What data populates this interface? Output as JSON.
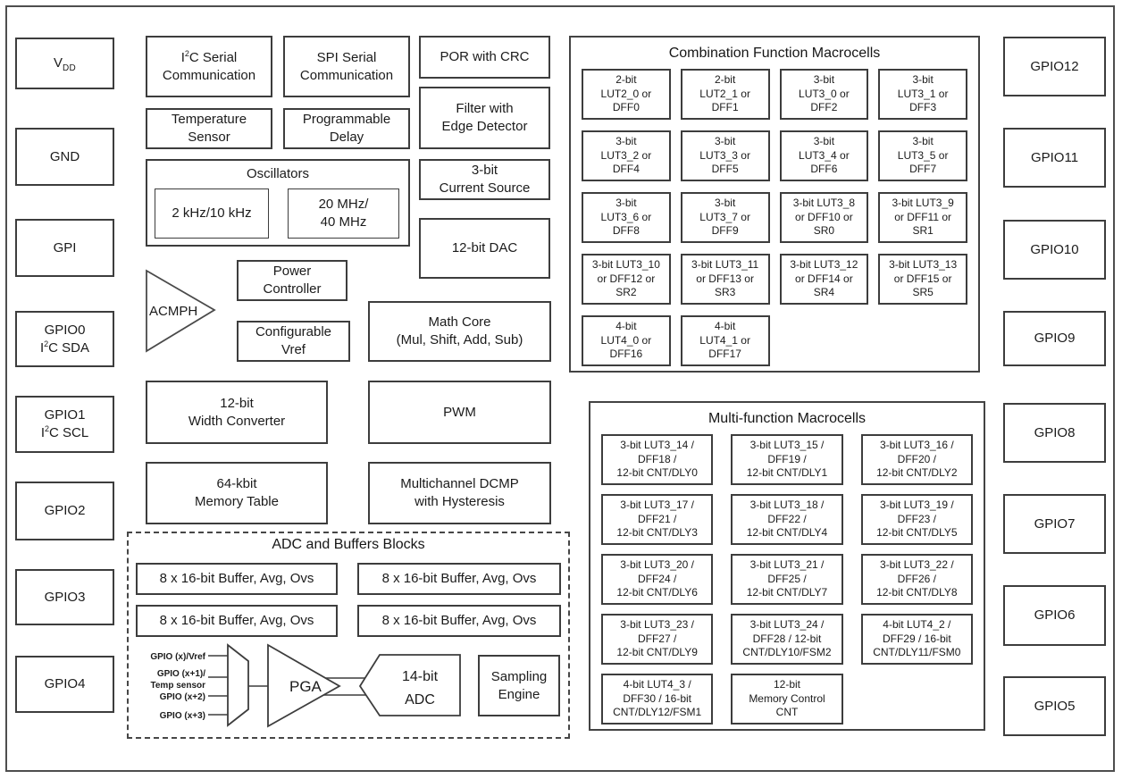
{
  "pins": {
    "left": [
      {
        "main": "V",
        "sub": "DD"
      },
      {
        "label": "GND"
      },
      {
        "label": "GPI"
      },
      {
        "line1": "GPIO0",
        "pre": "I",
        "sup": "2",
        "post": "C SDA"
      },
      {
        "line1": "GPIO1",
        "pre": "I",
        "sup": "2",
        "post": "C SCL"
      },
      {
        "label": "GPIO2"
      },
      {
        "label": "GPIO3"
      },
      {
        "label": "GPIO4"
      }
    ],
    "right": [
      "GPIO12",
      "GPIO11",
      "GPIO10",
      "GPIO9",
      "GPIO8",
      "GPIO7",
      "GPIO6",
      "GPIO5"
    ]
  },
  "blocks": {
    "i2c": {
      "pre": "I",
      "sup": "2",
      "post": "C Serial",
      "line2": "Communication"
    },
    "spi": {
      "line1": "SPI Serial",
      "line2": "Communication"
    },
    "por": {
      "label": "POR with CRC"
    },
    "temp": {
      "line1": "Temperature",
      "line2": "Sensor"
    },
    "delay": {
      "line1": "Programmable",
      "line2": "Delay"
    },
    "filter": {
      "line1": "Filter with",
      "line2": "Edge Detector"
    },
    "osc": {
      "title": "Oscillators",
      "low": "2 kHz/10 kHz",
      "high1": "20 MHz/",
      "high2": "40 MHz"
    },
    "current": {
      "line1": "3-bit",
      "line2": "Current Source"
    },
    "dac": {
      "label": "12-bit DAC"
    },
    "acmph": {
      "label": "ACMPH"
    },
    "power": {
      "line1": "Power",
      "line2": "Controller"
    },
    "vref": {
      "line1": "Configurable",
      "line2": "Vref"
    },
    "math": {
      "line1": "Math Core",
      "line2": "(Mul, Shift, Add, Sub)"
    },
    "width": {
      "line1": "12-bit",
      "line2": "Width Converter"
    },
    "pwm": {
      "label": "PWM"
    },
    "mem": {
      "line1": "64-kbit",
      "line2": "Memory Table"
    },
    "dcmp": {
      "line1": "Multichannel DCMP",
      "line2": "with Hysteresis"
    }
  },
  "adc": {
    "title": "ADC and Buffers Blocks",
    "buffers": [
      "8 x 16-bit Buffer, Avg, Ovs",
      "8 x 16-bit Buffer, Avg, Ovs",
      "8 x 16-bit Buffer, Avg, Ovs",
      "8 x 16-bit Buffer, Avg, Ovs"
    ],
    "inputs": [
      "GPIO (x)/Vref",
      "GPIO (x+1)/",
      "Temp sensor",
      "GPIO (x+2)",
      "GPIO (x+3)"
    ],
    "pga": "PGA",
    "adc_line1": "14-bit",
    "adc_line2": "ADC",
    "sampling1": "Sampling",
    "sampling2": "Engine"
  },
  "combo": {
    "title": "Combination Function Macrocells",
    "cells": [
      [
        "2-bit",
        "LUT2_0 or",
        "DFF0"
      ],
      [
        "2-bit",
        "LUT2_1 or",
        "DFF1"
      ],
      [
        "3-bit",
        "LUT3_0 or",
        "DFF2"
      ],
      [
        "3-bit",
        "LUT3_1 or",
        "DFF3"
      ],
      [
        "3-bit",
        "LUT3_2 or",
        "DFF4"
      ],
      [
        "3-bit",
        "LUT3_3 or",
        "DFF5"
      ],
      [
        "3-bit",
        "LUT3_4 or",
        "DFF6"
      ],
      [
        "3-bit",
        "LUT3_5 or",
        "DFF7"
      ],
      [
        "3-bit",
        "LUT3_6 or",
        "DFF8"
      ],
      [
        "3-bit",
        "LUT3_7 or",
        "DFF9"
      ],
      [
        "3-bit LUT3_8",
        "or DFF10 or",
        "SR0"
      ],
      [
        "3-bit LUT3_9",
        "or DFF11 or",
        "SR1"
      ],
      [
        "3-bit LUT3_10",
        "or DFF12 or",
        "SR2"
      ],
      [
        "3-bit LUT3_11",
        "or DFF13 or",
        "SR3"
      ],
      [
        "3-bit LUT3_12",
        "or DFF14 or",
        "SR4"
      ],
      [
        "3-bit LUT3_13",
        "or DFF15 or",
        "SR5"
      ],
      [
        "4-bit",
        "LUT4_0 or",
        "DFF16"
      ],
      [
        "4-bit",
        "LUT4_1 or",
        "DFF17"
      ]
    ]
  },
  "multi": {
    "title": "Multi-function Macrocells",
    "cells": [
      [
        "3-bit LUT3_14 /",
        "DFF18 /",
        "12-bit CNT/DLY0"
      ],
      [
        "3-bit LUT3_15 /",
        "DFF19 /",
        "12-bit CNT/DLY1"
      ],
      [
        "3-bit LUT3_16 /",
        "DFF20 /",
        "12-bit CNT/DLY2"
      ],
      [
        "3-bit LUT3_17 /",
        "DFF21 /",
        "12-bit CNT/DLY3"
      ],
      [
        "3-bit LUT3_18 /",
        "DFF22 /",
        "12-bit CNT/DLY4"
      ],
      [
        "3-bit LUT3_19 /",
        "DFF23 /",
        "12-bit CNT/DLY5"
      ],
      [
        "3-bit LUT3_20 /",
        "DFF24 /",
        "12-bit CNT/DLY6"
      ],
      [
        "3-bit LUT3_21 /",
        "DFF25 /",
        "12-bit CNT/DLY7"
      ],
      [
        "3-bit LUT3_22 /",
        "DFF26 /",
        "12-bit CNT/DLY8"
      ],
      [
        "3-bit LUT3_23 /",
        "DFF27 /",
        "12-bit CNT/DLY9"
      ],
      [
        "3-bit LUT3_24 /",
        "DFF28 / 12-bit",
        "CNT/DLY10/FSM2"
      ],
      [
        "4-bit LUT4_2 /",
        "DFF29 / 16-bit",
        "CNT/DLY11/FSM0"
      ],
      [
        "4-bit LUT4_3 /",
        "DFF30 / 16-bit",
        "CNT/DLY12/FSM1"
      ],
      [
        "12-bit",
        "Memory Control",
        "CNT"
      ]
    ]
  }
}
